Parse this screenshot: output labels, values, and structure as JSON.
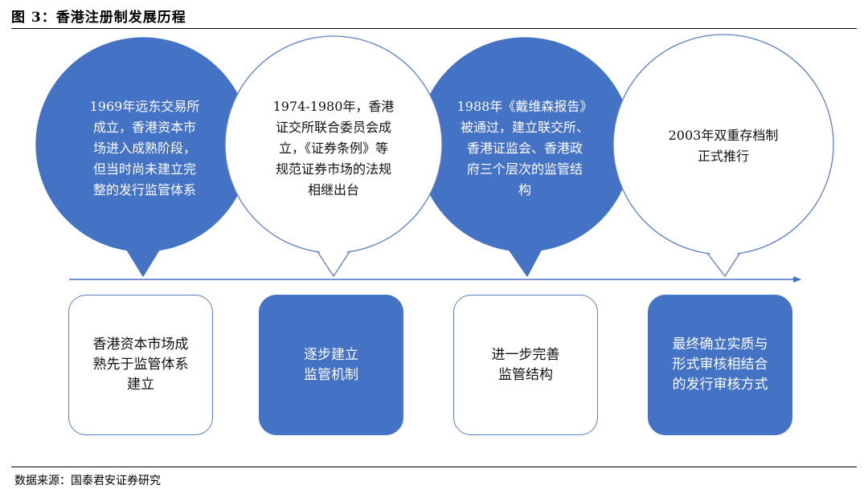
{
  "figure": {
    "title": "图 3：香港注册制发展历程",
    "source": "数据来源：国泰君安证券研究"
  },
  "colors": {
    "accent": "#4472c4",
    "light_fill": "#ffffff",
    "outline": "#5b7fc4"
  },
  "milestones": [
    {
      "text": "1969年远东交易所\n成立，香港资本市\n场进入成熟阶段，\n但当时尚未建立完\n整的发行监管体系",
      "style": "dark"
    },
    {
      "text": "1974-1980年，香港\n证交所联合委员会成\n立，《证券条例》等\n规范证券市场的法规\n相继出台",
      "style": "light"
    },
    {
      "text": "1988年《戴维森报告》\n被通过，建立联交所、\n香港证监会、香港政\n府三个层次的监管结\n构",
      "style": "dark"
    },
    {
      "text": "2003年双重存档制\n正式推行",
      "style": "light"
    }
  ],
  "stages": [
    {
      "text": "香港资本市场成\n熟先于监管体系\n建立",
      "style": "light"
    },
    {
      "text": "逐步建立\n监管机制",
      "style": "dark"
    },
    {
      "text": "进一步完善\n监管结构",
      "style": "light"
    },
    {
      "text": "最终确立实质与\n形式审核相结合\n的发行审核方式",
      "style": "dark"
    }
  ]
}
